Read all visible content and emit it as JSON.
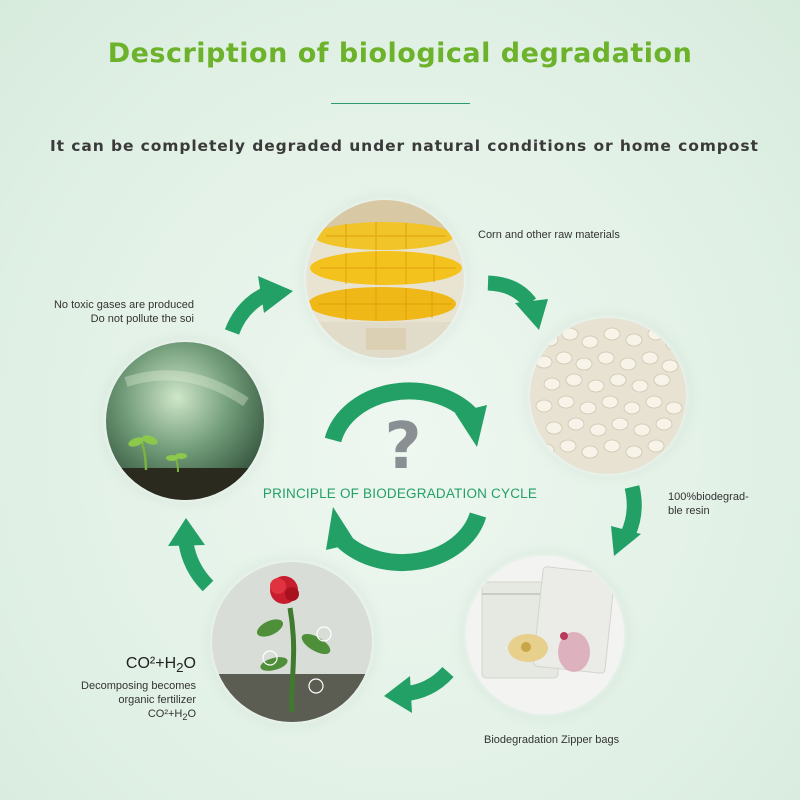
{
  "header": {
    "title": "Description of biological degradation",
    "subtitle": "It can be completely degraded under natural conditions or home compost"
  },
  "center": {
    "question_mark": "?",
    "caption": "PRINCIPLE OF BIODEGRADATION CYCLE"
  },
  "stages": {
    "corn": {
      "label": "Corn and other raw materials"
    },
    "resin": {
      "label_line1": "100%biodegrad-",
      "label_line2": "ble resin"
    },
    "bags": {
      "label": "Biodegradation Zipper bags"
    },
    "fertilizer": {
      "formula_big": "CO²+H",
      "formula_big_sub": "2",
      "formula_big_end": "O",
      "line1": "Decomposing becomes",
      "line2": "organic fertilizer",
      "formula_small": "CO²+H",
      "formula_small_sub": "2",
      "formula_small_end": "O"
    },
    "soil": {
      "line1": "No toxic gases are produced",
      "line2": "Do not pollute the soi"
    }
  },
  "colors": {
    "title_green": "#6cb22a",
    "arrow_green": "#23a066",
    "caption_green": "#23a066",
    "question_gray": "#8a8f93"
  },
  "icons": {
    "cycle_arrows": "circular-arrows-icon",
    "stage_arrows": "curved-arrow-icon"
  }
}
